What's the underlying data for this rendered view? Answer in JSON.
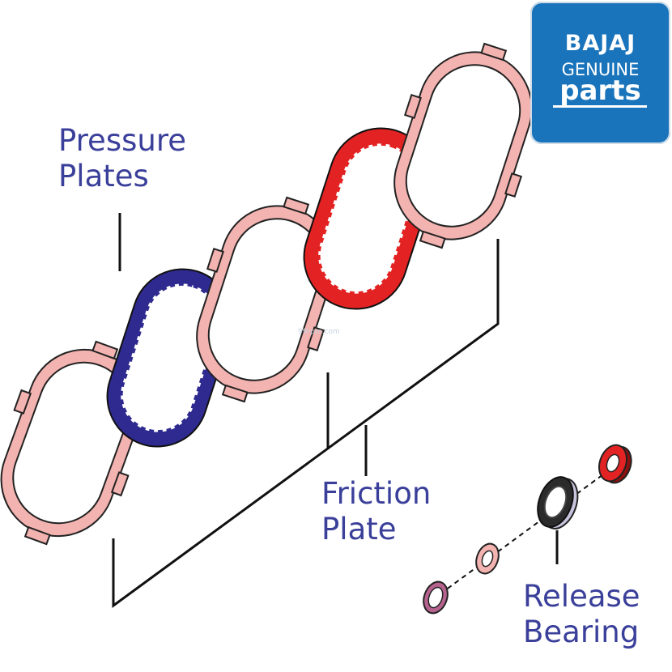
{
  "labels": {
    "pressure_plates": "Pressure\nPlates",
    "friction_plate": "Friction\nPlate",
    "release_bearing": "Release\nBearing"
  },
  "logo": {
    "brand": "BAJAJ",
    "line2": "GENUINE",
    "line3": "parts"
  },
  "watermark": "99rpm.com",
  "colors": {
    "label_text": "#3a3f9a",
    "pressure_plate": "#f3b3b0",
    "friction_plate_blue": "#2e2a8f",
    "friction_plate_red": "#e32323",
    "logo_bg": "#1a74bb"
  }
}
